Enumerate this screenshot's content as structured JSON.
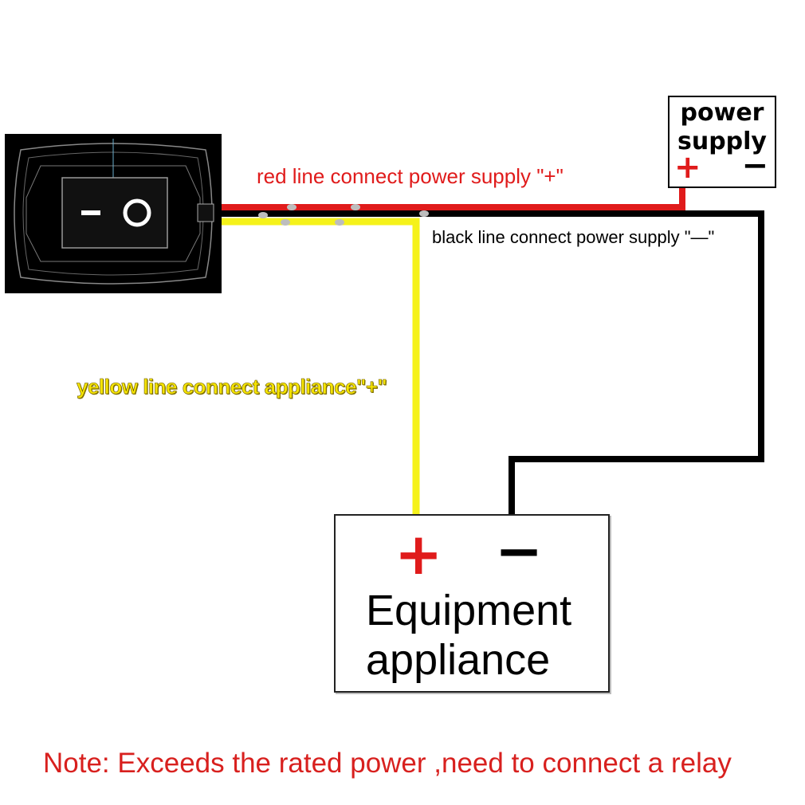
{
  "switch": {
    "minus_symbol": "−",
    "circle_symbol": "O"
  },
  "power_supply": {
    "title": "power\nsupply",
    "plus": "+",
    "minus": "−"
  },
  "labels": {
    "red": "red line connect power supply \"+\"",
    "black": "black line connect power supply \"—\"",
    "yellow": "yellow line connect appliance\"+\""
  },
  "equipment": {
    "plus": "+",
    "minus": "−",
    "title": "Equipment\nappliance"
  },
  "note": "Note: Exceeds the rated power ,need to connect a relay",
  "colors": {
    "red_wire": "#e01b1b",
    "black_wire": "#000000",
    "yellow_wire": "#f5f21a",
    "note_text": "#d8201e"
  }
}
